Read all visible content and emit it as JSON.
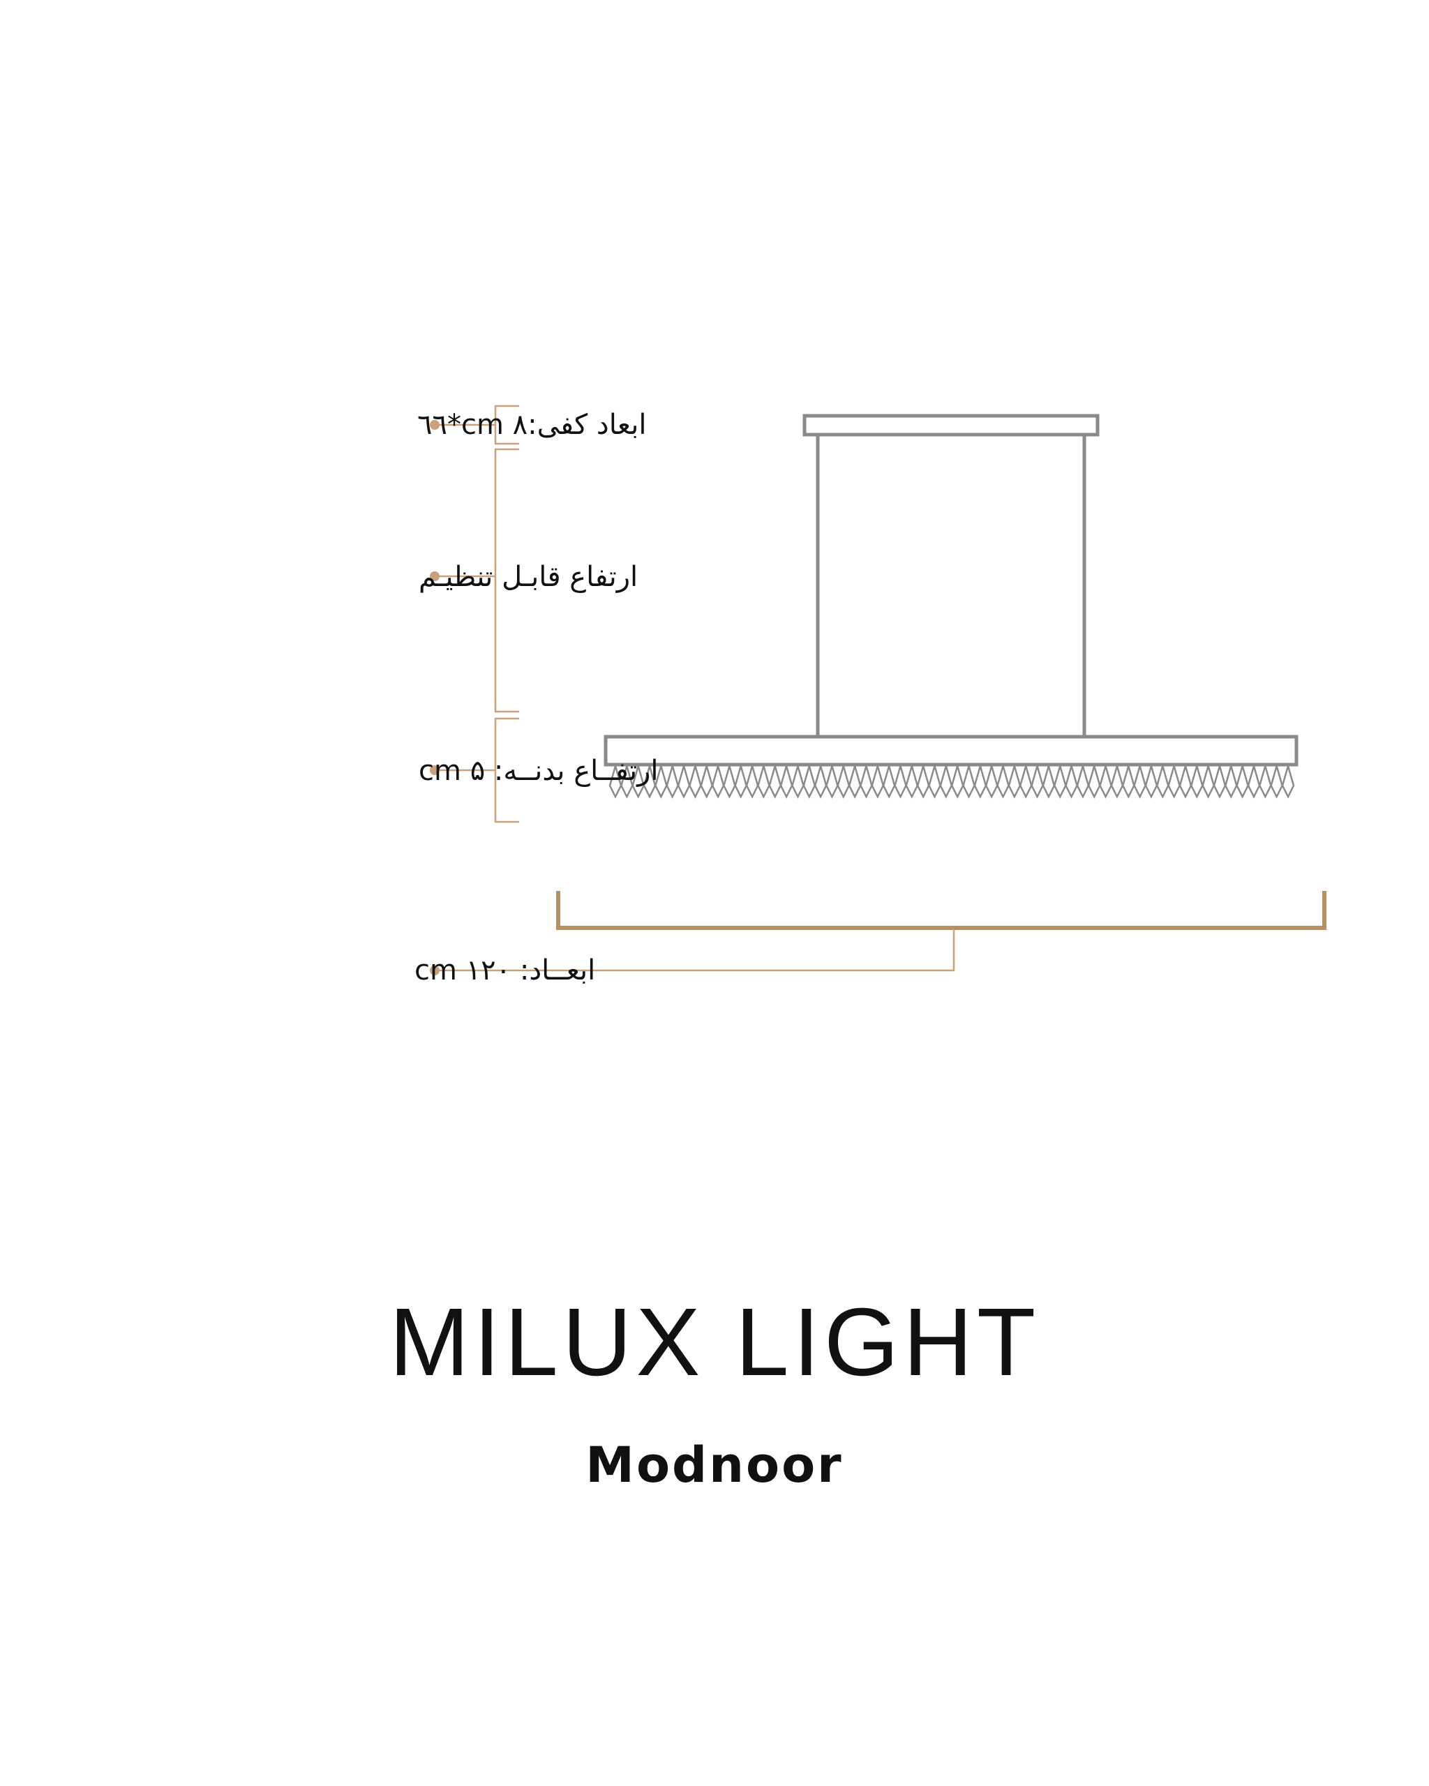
{
  "labels": {
    "canopy_dimensions": "ابعاد کفی:cm ۸*٦٦",
    "adjustable_height": "ارتفاع قابـل تنظیـم",
    "body_height": "ارتفــاع بدنــه: ۵ cm",
    "overall_dimension": "ابعــاد:  cm ۱۲۰"
  },
  "product": {
    "title": "MILUX LIGHT"
  },
  "brand": {
    "logo_text": "Modnoor"
  },
  "colors": {
    "lamp_outline": "#8a8a8a",
    "dimension_gold": "#c9a27c",
    "dimension_gold_dark": "#b88f63",
    "text": "#111111"
  }
}
